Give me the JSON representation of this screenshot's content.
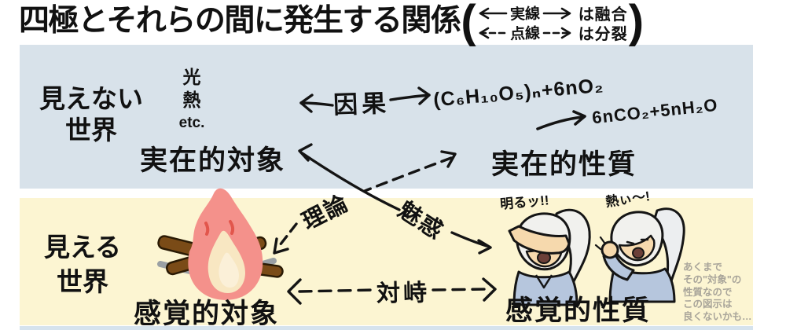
{
  "title": {
    "text": "四極とそれらの間に発生する関係",
    "paren_open": "(",
    "paren_close": ")",
    "legend": [
      {
        "label": "実線",
        "meaning": "は融合"
      },
      {
        "label": "点線",
        "meaning": "は分裂"
      }
    ]
  },
  "worlds": {
    "invisible": {
      "line1": "見えない",
      "line2": "世界"
    },
    "visible": {
      "line1": "見える",
      "line2": "世界"
    }
  },
  "poles": {
    "real_object": "実在的対象",
    "real_quality": "実在的性質",
    "sensual_object": "感覚的対象",
    "sensual_quality": "感覚的性質"
  },
  "relations": {
    "causation": "因果",
    "theory": "理論",
    "allure": "魅惑",
    "confrontation": "対峙"
  },
  "emissions": [
    "光",
    "熱",
    "etc."
  ],
  "chemistry": {
    "reactants": "(C₆H₁₀O₅)ₙ+6nO₂",
    "products": "6nCO₂+5nH₂O"
  },
  "exclamations": {
    "bright": "明るッ!!",
    "hot": "熱ぃ〜!"
  },
  "note": {
    "lines": [
      "あくまで",
      "その\"対象\"の",
      "性質なので",
      "この図示は",
      "良くないかも…"
    ]
  },
  "colors": {
    "invisible_band": "#d8e2ea",
    "visible_band": "#fcf5d2",
    "note_text": "#a9a59a",
    "ink": "#141414",
    "flame_outer": "#f4918b",
    "flame_accent": "#e2564c",
    "flame_core": "#f8e7c2",
    "log_brown": "#7a4b17",
    "ground_gray": "#9aa0a4",
    "hair": "#f1f1ee",
    "skin": "#f6d9ad",
    "clothes": "#b6c6dd"
  }
}
